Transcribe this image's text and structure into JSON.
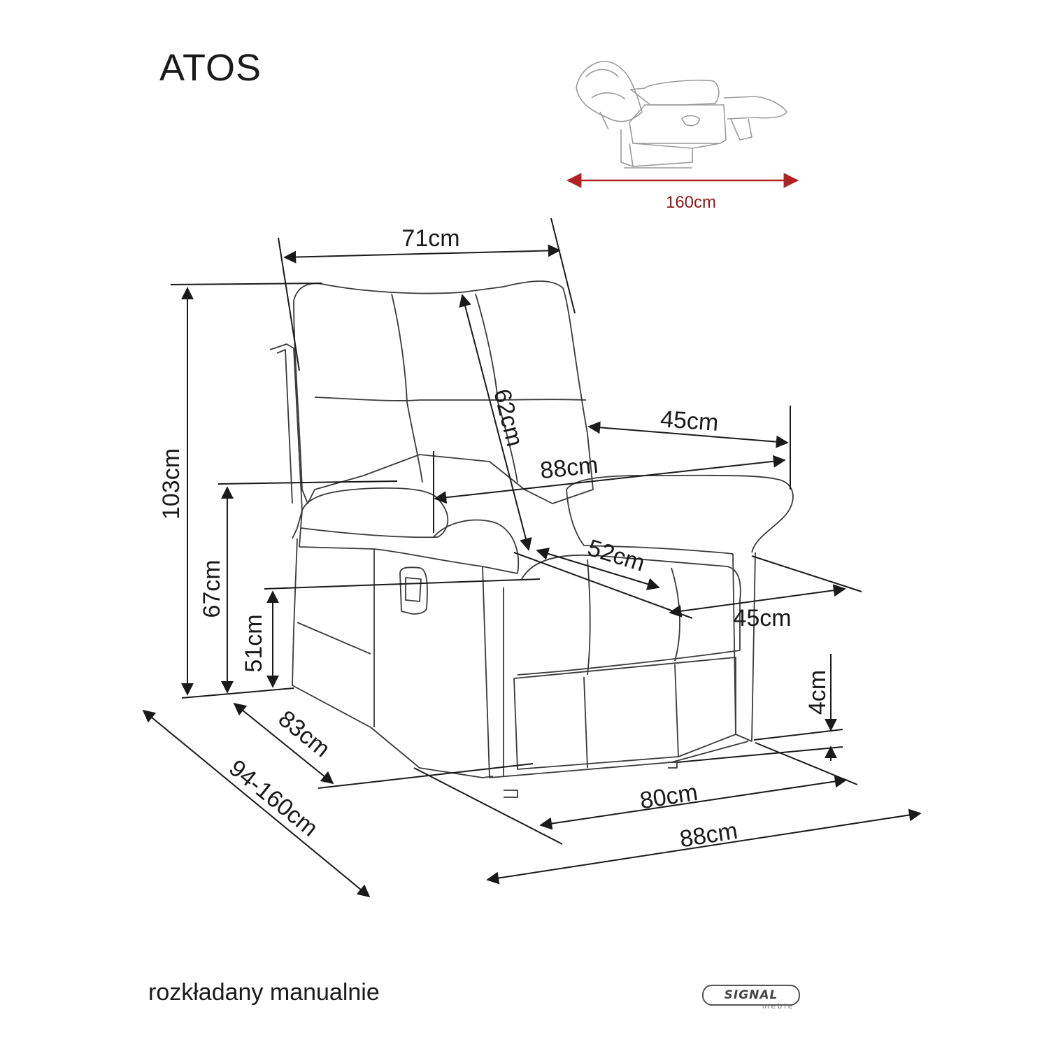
{
  "title": "ATOS",
  "caption": "rozkładany manualnie",
  "logo": {
    "word": "SIGNAL",
    "sub": "meble"
  },
  "colors": {
    "line": "#1a1a1a",
    "outline": "#3a3a3a",
    "accent_arrow": "#b22222",
    "accent_text": "#8b1a1a"
  },
  "dimensions": {
    "reclined_length": "160cm",
    "back_width": "71cm",
    "total_height": "103cm",
    "backrest_height": "62cm",
    "armrest_height": "67cm",
    "seat_height": "51cm",
    "armrest_length": "45cm",
    "armrest_span": "88cm",
    "seat_depth": "52cm",
    "seat_front_depth": "45cm",
    "leg_height": "4cm",
    "base_depth": "83cm",
    "depth_range": "94-160cm",
    "seat_width": "80cm",
    "total_width": "88cm"
  }
}
